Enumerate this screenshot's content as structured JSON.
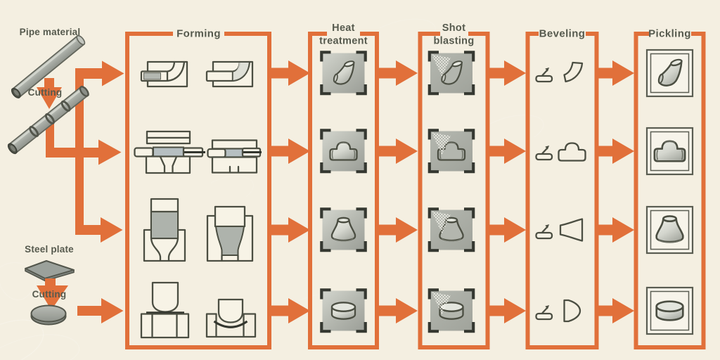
{
  "diagram_title": "Pipe fitting manufacturing process flow",
  "colors": {
    "background": "#f4efe1",
    "paper": "#f7f3e6",
    "accent_orange": "#e1703a",
    "outline_dark": "#4b4e42",
    "label_ink": "#565a4e",
    "steel_gray": "#a9ada6",
    "tile_gray": "#aeb1a9"
  },
  "materials": {
    "pipe": {
      "label": "Pipe material",
      "process_label": "Cutting"
    },
    "plate": {
      "label": "Steel plate",
      "process_label": "Cutting"
    }
  },
  "stages": [
    {
      "id": "forming",
      "label": "Forming",
      "lines": [
        "Forming"
      ]
    },
    {
      "id": "heat-treatment",
      "label": "Heat treatment",
      "lines": [
        "Heat",
        "treatment"
      ]
    },
    {
      "id": "shot-blasting",
      "label": "Shot blasting",
      "lines": [
        "Shot",
        "blasting"
      ]
    },
    {
      "id": "beveling",
      "label": "Beveling",
      "lines": [
        "Beveling"
      ]
    },
    {
      "id": "pickling",
      "label": "Pickling",
      "lines": [
        "Pickling"
      ]
    }
  ],
  "rows": [
    {
      "product_icon": "elbow-fitting-icon"
    },
    {
      "product_icon": "tee-fitting-icon"
    },
    {
      "product_icon": "reducer-fitting-icon"
    },
    {
      "product_icon": "cap-fitting-icon"
    }
  ]
}
